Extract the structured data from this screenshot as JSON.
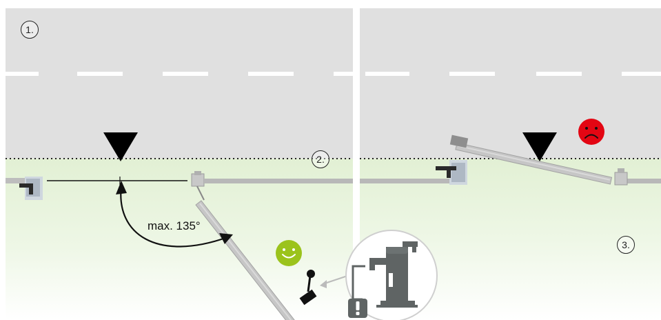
{
  "steps": {
    "step1": "1.",
    "step2": "2.",
    "step3": "3."
  },
  "angle_label": "max. 135°",
  "colors": {
    "road": "#e0e0e0",
    "lane_marking": "#ffffff",
    "grass": "#e4f2d8",
    "beam": "#b8b8b8",
    "pointer": "#000000",
    "happy_face": "#9bc31c",
    "sad_face": "#e30613"
  },
  "icons": {
    "good": "smiley-happy-icon",
    "bad": "smiley-sad-icon",
    "warning": "exclamation-icon",
    "pointer": "triangle-down-icon"
  }
}
